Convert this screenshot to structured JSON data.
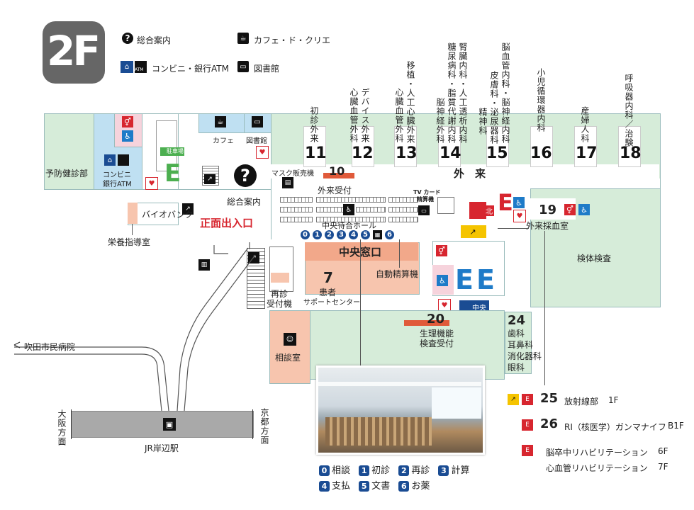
{
  "floor_label": "2F",
  "legend": {
    "info": "総合案内",
    "cafe": "カフェ・ド・クリエ",
    "conbini": "コンビニ・銀行ATM",
    "library": "図書館",
    "atm_text": "ATM"
  },
  "departments": {
    "d11": {
      "num": "11",
      "name": "初診外来"
    },
    "d12": {
      "num": "12",
      "name1": "デバイス外来",
      "name2": "心臓血管外科"
    },
    "d13": {
      "num": "13",
      "name1": "移植・人工心臓外来",
      "name2": "心臓血管外科"
    },
    "d14": {
      "num": "14",
      "name1": "腎臓内科・人工透析内科",
      "name2": "糖尿病科・脂質代謝内科",
      "name3": "脳神経外科"
    },
    "d15": {
      "num": "15",
      "name1": "脳血管内科・脳神経内科",
      "name2": "皮膚科・泌尿器科",
      "name3": "精神科"
    },
    "d16": {
      "num": "16",
      "name": "小児循環器内科"
    },
    "d17": {
      "num": "17",
      "name": "産婦人科"
    },
    "d18": {
      "num": "18",
      "name1": "呼吸器内科／治験"
    }
  },
  "places": {
    "gairai": "外　来",
    "yobou": "予防健診部",
    "conbini": "コンビニ",
    "bank": "銀行ATM",
    "parking": "駐車場",
    "cafe": "カフェ",
    "library": "図書館",
    "mask": "マスク販売機",
    "info": "総合案内",
    "r10": "10",
    "gairai_uketsuke": "外来受付",
    "tvcard": "TV カード",
    "tvcard2": "精算機",
    "biobank": "バイオバンク",
    "entrance": "正面出入口",
    "eiyou": "栄養指導室",
    "chuo_hall": "中央待合ホール",
    "chuo_madoguchi": "中央窓口",
    "jido": "自動精算機",
    "r7": "7",
    "kanja1": "患者",
    "kanja2": "サポートセンター",
    "saishin1": "再診",
    "saishin2": "受付機",
    "r19": "19",
    "gairai_saiketsu": "外来採血室",
    "kentai": "検体検査",
    "r20": "20",
    "seiri1": "生理機能",
    "seiri2": "検査受付",
    "r24": "24",
    "d24a": "歯科",
    "d24b": "耳鼻科",
    "d24c": "消化器科",
    "d24d": "眼科",
    "soudan": "相談室",
    "suita": "吹田市民病院",
    "jr": "JR岸辺駅",
    "osaka": "大阪方面",
    "kyoto": "京都方面",
    "kita": "北",
    "chuo_badge": "中央"
  },
  "counters": [
    "0",
    "1",
    "2",
    "3",
    "4",
    "5",
    "6"
  ],
  "counter_legend": [
    {
      "n": "0",
      "label": "相談"
    },
    {
      "n": "1",
      "label": "初診"
    },
    {
      "n": "2",
      "label": "再診"
    },
    {
      "n": "3",
      "label": "計算"
    },
    {
      "n": "4",
      "label": "支払"
    },
    {
      "n": "5",
      "label": "文書"
    },
    {
      "n": "6",
      "label": "お薬"
    }
  ],
  "elevator_notes": [
    {
      "num": "25",
      "label": "放射線部",
      "floor": "1F"
    },
    {
      "num": "26",
      "label": "RI（核医学）ガンマナイフ",
      "floor": "B1F"
    },
    {
      "num": "",
      "label": "脳卒中リハビリテーション",
      "floor": "6F"
    },
    {
      "num": "",
      "label": "心血管リハビリテーション",
      "floor": "7F"
    }
  ],
  "colors": {
    "green": "#d6ecd9",
    "blue": "#bfe0f2",
    "salmon": "#f7c5ae",
    "pink": "#f6d3dc",
    "gray": "#f0f0f0",
    "navy": "#1a4c93",
    "red": "#d7262f"
  }
}
